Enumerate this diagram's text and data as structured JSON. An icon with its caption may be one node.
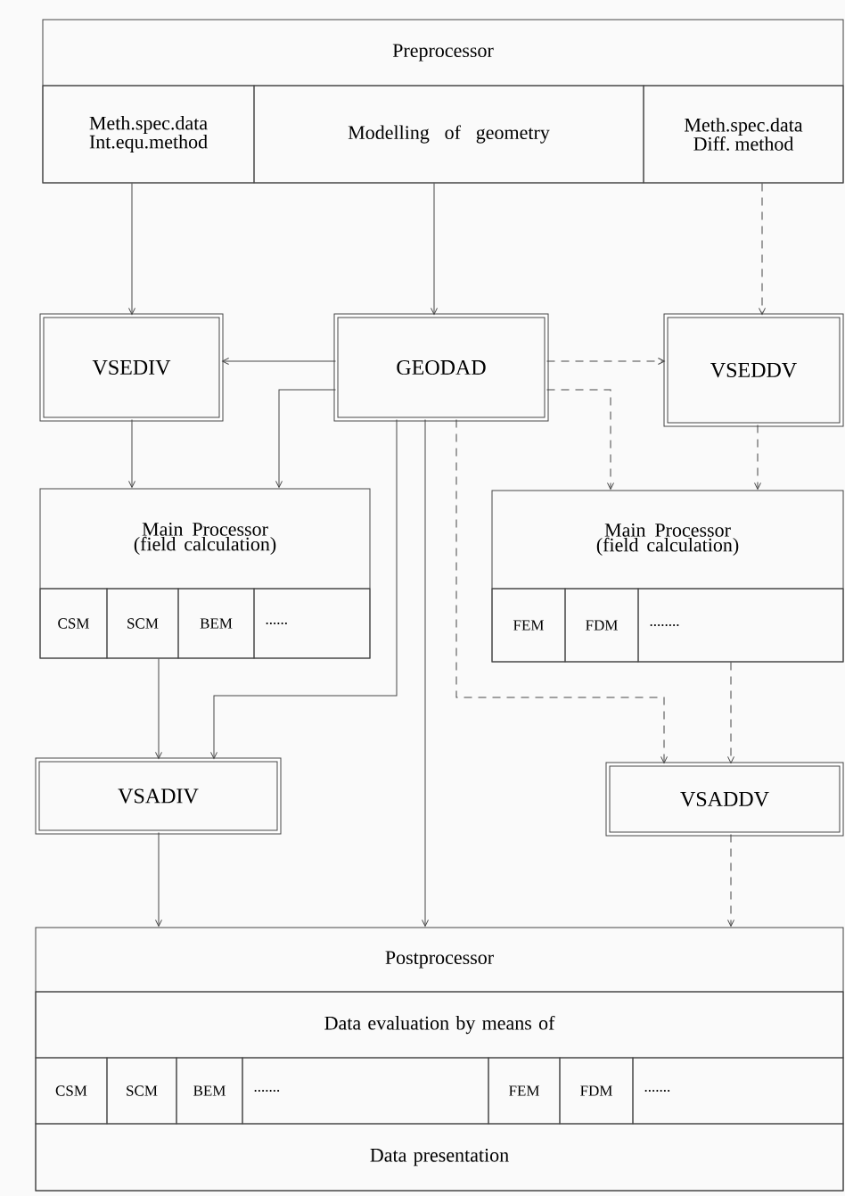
{
  "diagram": {
    "nodes": [
      {
        "text": [
          "Preprocessor"
        ]
      },
      {
        "text": [
          "Meth.spec.data Int.equ.method"
        ],
        "in": 0
      },
      {
        "text": [
          "Modelling of geometry"
        ],
        "in": 0
      },
      {
        "text": [
          "Meth.spec.data Diff. method"
        ],
        "in": 0
      },
      {
        "text": [
          "VSEDIV"
        ]
      },
      {
        "text": [
          "GEODAD"
        ]
      },
      {
        "text": [
          "VSEDDV"
        ]
      },
      {
        "text": [
          "Main Processor (field calculation)"
        ]
      },
      {
        "text": [
          "CSM"
        ],
        "in": 7
      },
      {
        "text": [
          "SCM"
        ],
        "in": 7
      },
      {
        "text": [
          "BEM"
        ],
        "in": 7
      },
      {
        "text": [
          "......"
        ],
        "in": 7
      },
      {
        "text": [
          "Main Processor (field calculation)"
        ]
      },
      {
        "text": [
          "FEM"
        ],
        "in": 12
      },
      {
        "text": [
          "FDM"
        ],
        "in": 12
      },
      {
        "text": [
          "........"
        ],
        "in": 12
      },
      {
        "text": [
          "VSADIV"
        ]
      },
      {
        "text": [
          "VSADDV"
        ]
      },
      {
        "text": [
          "Postprocessor"
        ]
      },
      {
        "text": [
          "Data evaluation by means of"
        ],
        "in": 18
      },
      {
        "text": [
          "CSM"
        ],
        "in": 18
      },
      {
        "text": [
          "SCM"
        ],
        "in": 18
      },
      {
        "text": [
          "BEM"
        ],
        "in": 18
      },
      {
        "text": [
          "......."
        ],
        "in": 18
      },
      {
        "text": [
          "FEM"
        ],
        "in": 18
      },
      {
        "text": [
          "FDM"
        ],
        "in": 18
      },
      {
        "text": [
          "......."
        ],
        "in": 18
      },
      {
        "text": [
          "Data presentation"
        ],
        "in": 18
      }
    ],
    "edges": [
      {
        "from": 1,
        "to": 4,
        "arrow": "to"
      },
      {
        "from": 2,
        "to": 5,
        "arrow": "to"
      },
      {
        "from": 3,
        "to": 6,
        "arrow": "to",
        "style": "dashed"
      },
      {
        "from": 5,
        "to": 4,
        "arrow": "to"
      },
      {
        "from": 5,
        "to": 6,
        "arrow": "to",
        "style": "dashed"
      },
      {
        "from": 4,
        "to": 7,
        "arrow": "to"
      },
      {
        "from": 5,
        "to": 7,
        "arrow": "to"
      },
      {
        "from": 5,
        "to": 12,
        "arrow": "to",
        "style": "dashed"
      },
      {
        "from": 6,
        "to": 12,
        "arrow": "to",
        "style": "dashed"
      },
      {
        "from": 7,
        "to": 16,
        "arrow": "to"
      },
      {
        "from": 5,
        "to": 16,
        "arrow": "to"
      },
      {
        "from": 5,
        "to": 18,
        "arrow": "to"
      },
      {
        "from": 5,
        "to": 17,
        "arrow": "to",
        "style": "dashed"
      },
      {
        "from": 12,
        "to": 17,
        "arrow": "to",
        "style": "dashed"
      },
      {
        "from": 16,
        "to": 18,
        "arrow": "to"
      },
      {
        "from": 17,
        "to": 18,
        "arrow": "to",
        "style": "dashed"
      }
    ]
  }
}
